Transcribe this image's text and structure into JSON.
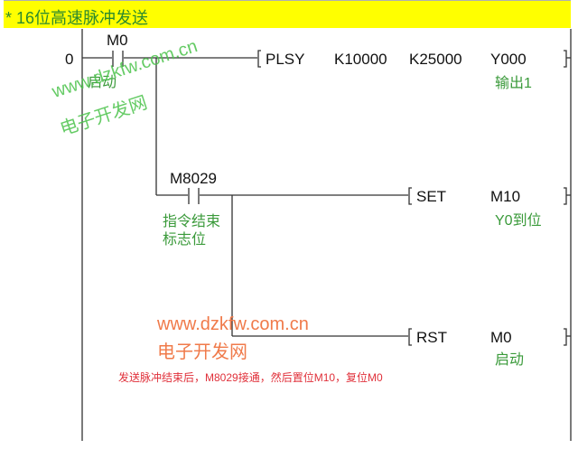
{
  "header": {
    "title": "* 16位高速脉冲发送",
    "bg_color": "#ffff00",
    "text_color": "#2d8a2d"
  },
  "rungs": [
    {
      "step": "0",
      "contact": {
        "device": "M0",
        "comment": "启动"
      },
      "instruction": {
        "mnemonic": "PLSY",
        "operands": [
          "K10000",
          "K25000",
          "Y000"
        ],
        "comment": "输出1"
      }
    },
    {
      "contact": {
        "device": "M8029",
        "comment_line1": "指令结束",
        "comment_line2": "标志位"
      },
      "instruction": {
        "mnemonic": "SET",
        "operands": [
          "M10"
        ],
        "comment": "Y0到位"
      }
    },
    {
      "instruction": {
        "mnemonic": "RST",
        "operands": [
          "M0"
        ],
        "comment": "启动"
      }
    }
  ],
  "watermarks": {
    "green_url": "www.dzkfw.com.cn",
    "green_name": "电子开发网",
    "orange_url": "www.dzkfw.com.cn",
    "orange_name": "电子开发网"
  },
  "note": "发送脉冲结束后，M8029接通，然后置位M10，复位M0",
  "colors": {
    "comment": "#3a9a3a",
    "note": "#e0303a",
    "watermark_orange": "#f07a4a",
    "watermark_green": "#4bc34b"
  }
}
